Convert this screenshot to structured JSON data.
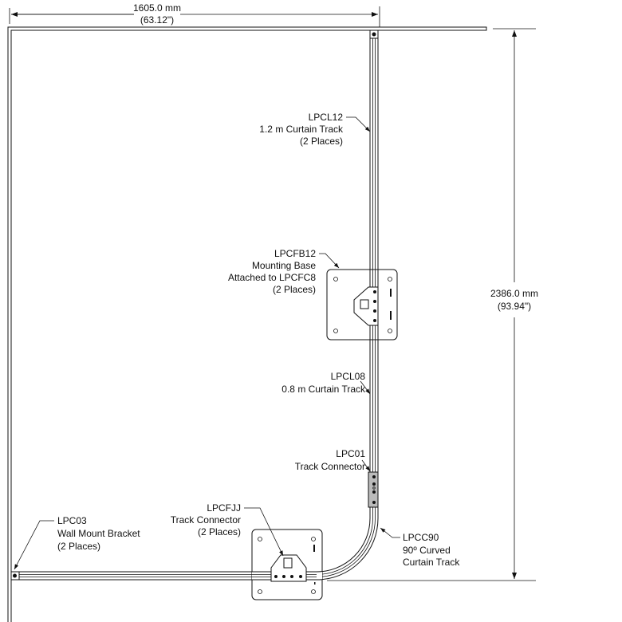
{
  "dimensions": {
    "width": {
      "mm": "1605.0 mm",
      "inch": "(63.12\")"
    },
    "height": {
      "mm": "2386.0 mm",
      "inch": "(93.94\")"
    }
  },
  "labels": {
    "lpcl12": [
      "LPCL12",
      "1.2 m Curtain Track",
      "(2 Places)"
    ],
    "lpcfb12": [
      "LPCFB12",
      "Mounting Base",
      "Attached to LPCFC8",
      "(2 Places)"
    ],
    "lpcl08": [
      "LPCL08",
      "0.8 m Curtain Track"
    ],
    "lpc01": [
      "LPC01",
      "Track Connector"
    ],
    "lpcfjj": [
      "LPCFJJ",
      "Track Connector",
      "(2 Places)"
    ],
    "lpc03": [
      "LPC03",
      "Wall Mount Bracket",
      "(2 Places)"
    ],
    "lpcc90": [
      "LPCC90",
      "90º Curved",
      "Curtain Track"
    ]
  }
}
